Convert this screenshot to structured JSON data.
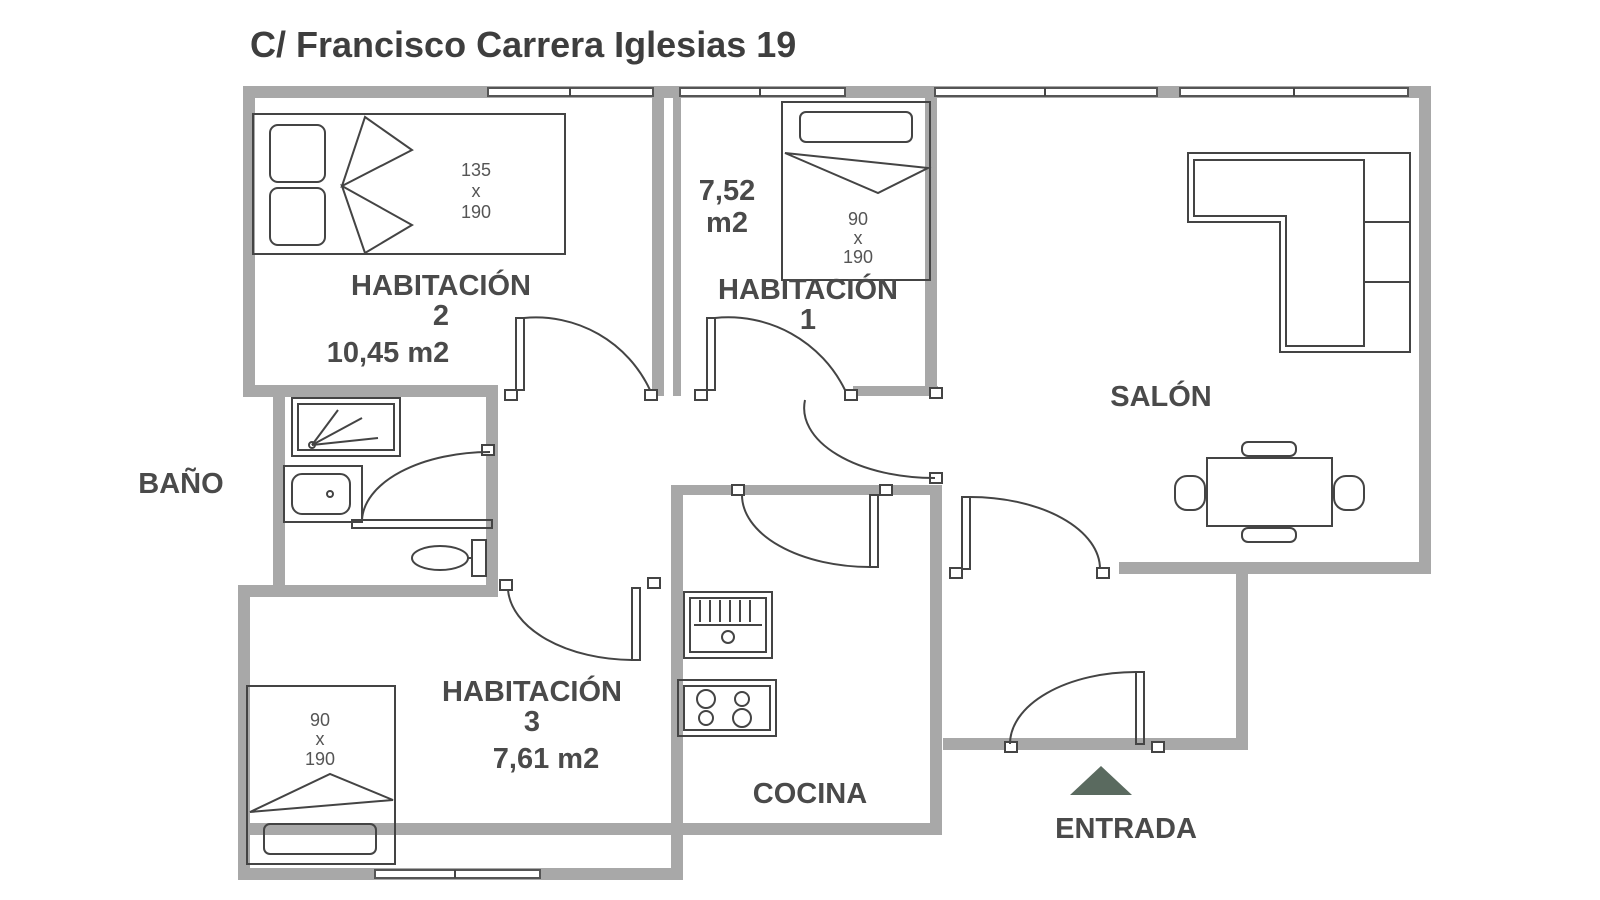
{
  "title": "C/ Francisco Carrera Iglesias 19",
  "rooms": {
    "hab2": {
      "name": "HABITACIÓN",
      "number": "2",
      "area": "10,45 m2"
    },
    "hab1": {
      "name": "HABITACIÓN",
      "number": "1",
      "area_value": "7,52",
      "area_unit": "m2"
    },
    "hab3": {
      "name": "HABITACIÓN",
      "number": "3",
      "area": "7,61 m2"
    },
    "salon": {
      "name": "SALÓN"
    },
    "bano": {
      "name": "BAÑO"
    },
    "cocina": {
      "name": "COCINA"
    },
    "entrada": {
      "name": "ENTRADA"
    }
  },
  "beds": {
    "double": {
      "w": "135",
      "x": "x",
      "h": "190"
    },
    "single1": {
      "w": "90",
      "x": "x",
      "h": "190"
    },
    "single3": {
      "w": "90",
      "x": "x",
      "h": "190"
    }
  },
  "colors": {
    "wall": "#a8a8a8",
    "text": "#4a4a4a",
    "lines": "#444444"
  }
}
